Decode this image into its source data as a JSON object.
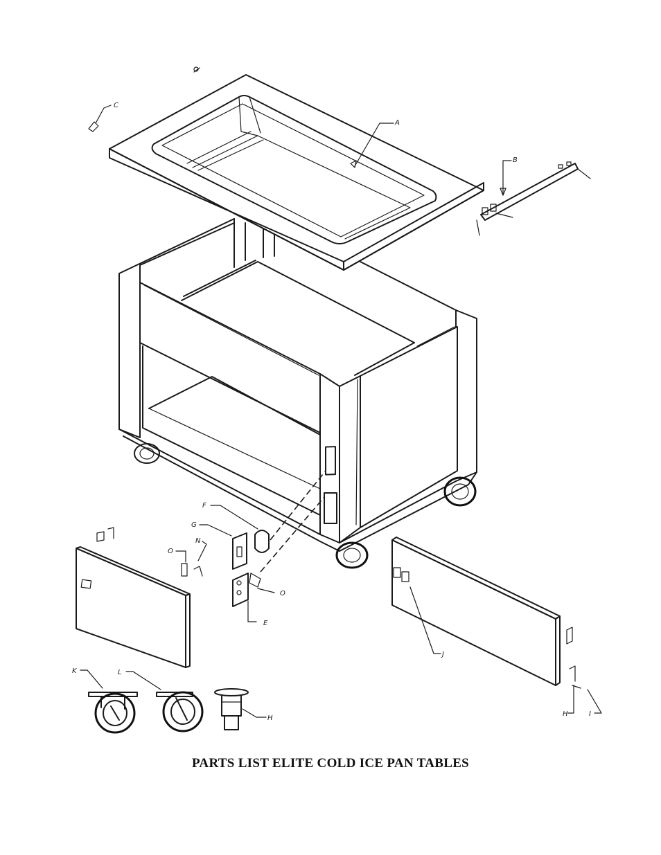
{
  "caption": "PARTS LIST ELITE COLD ICE PAN TABLES",
  "labels": {
    "a": "A",
    "b": "B",
    "c": "C",
    "d": "D",
    "e": "E",
    "f": "F",
    "g": "G",
    "h_bottom": "H",
    "h_right": "H",
    "i": "I",
    "j": "J",
    "k": "K",
    "l": "L",
    "n": "N",
    "o_left": "O",
    "o_right": "O"
  }
}
